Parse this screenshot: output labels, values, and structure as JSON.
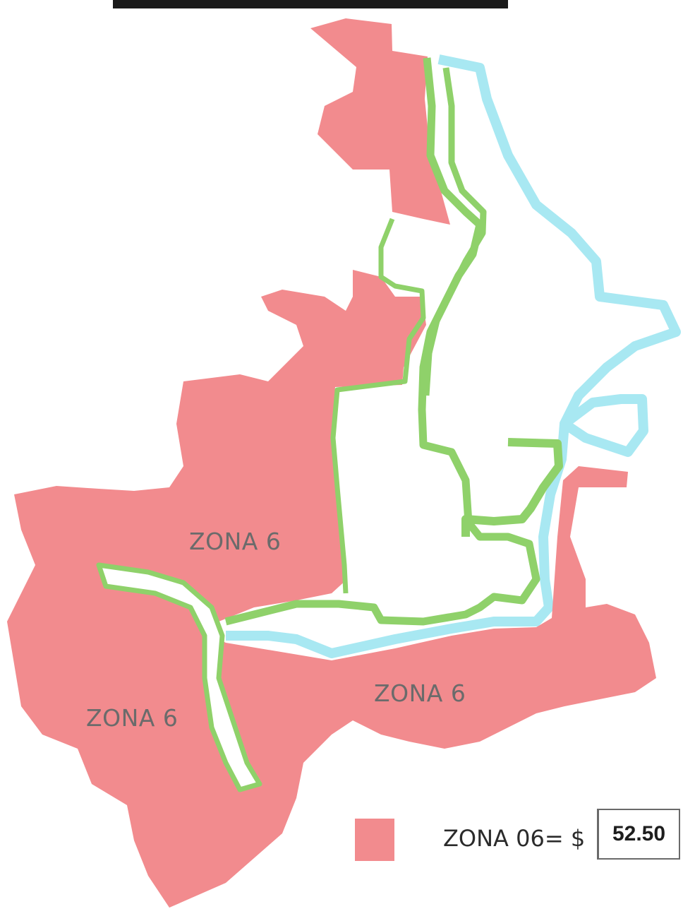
{
  "map": {
    "zone_labels": [
      "ZONA 6",
      "ZONA 6",
      "ZONA 6"
    ]
  },
  "legend": {
    "label": "ZONA 06= $",
    "price": "52.50"
  },
  "colors": {
    "zone_fill": "#f28b8e",
    "boundary_green": "#8fd16a",
    "water_blue": "#a8e8f2",
    "background": "#ffffff"
  }
}
